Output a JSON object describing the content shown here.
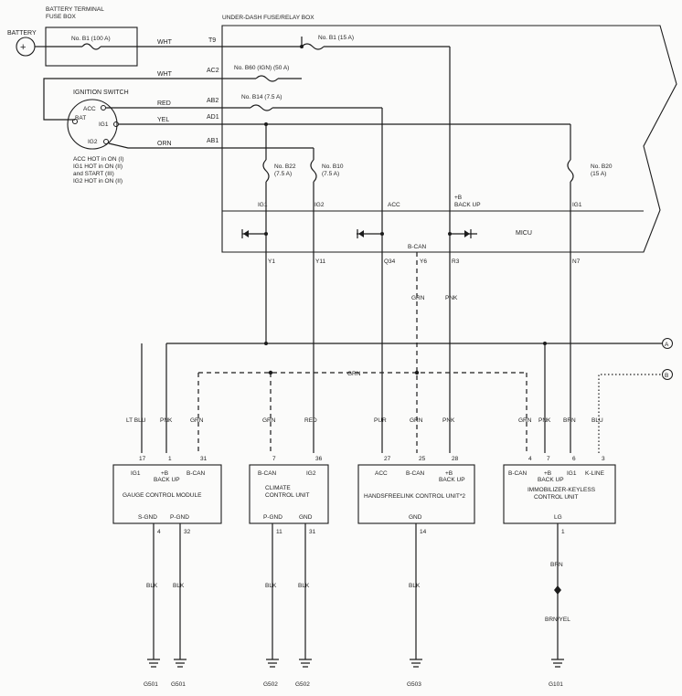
{
  "battery": {
    "label": "BATTERY"
  },
  "battery_fuse_box": {
    "title_line1": "BATTERY TERMINAL",
    "title_line2": "FUSE BOX",
    "fuse": "No. B1 (100 A)"
  },
  "underdash_box": {
    "title": "UNDER-DASH FUSE/RELAY BOX",
    "fuses": {
      "b1_15": "No. B1 (15 A)",
      "b60": "No. B60 (IGN) (50 A)",
      "b14": "No. B14 (7.5 A)",
      "b22_line1": "No. B22",
      "b22_line2": "(7.5 A)",
      "b10_line1": "No. B10",
      "b10_line2": "(7.5 A)",
      "b20_line1": "No. B20",
      "b20_line2": "(15 A)"
    },
    "terminals": {
      "t9": "T9",
      "ac2": "AC2",
      "ab2": "AB2",
      "ad1": "AD1",
      "ab1": "AB1"
    },
    "circuit_labels": {
      "ig1_left": "IG1",
      "ig2": "IG2",
      "acc": "ACC",
      "backup_line1": "+B",
      "backup_line2": "BACK UP",
      "ig1_right": "IG1"
    },
    "micu": "MICU",
    "bcan": "B-CAN",
    "pins": [
      "Y1",
      "Y11",
      "Q34",
      "Y6",
      "R3",
      "N7"
    ]
  },
  "ignition_switch": {
    "title": "IGNITION SWITCH",
    "acc": "ACC",
    "bat": "BAT",
    "ig1": "IG1",
    "ig2": "IG2",
    "notes": [
      "ACC HOT in ON (I)",
      "IG1 HOT in ON (II)",
      "and START (III)",
      "IG2 HOT in ON (II)"
    ]
  },
  "wire_colors": {
    "wht_top": "WHT",
    "wht_ac2": "WHT",
    "red_acc": "RED",
    "yel_ig1": "YEL",
    "orn_ig2": "ORN",
    "grn_micu": "GRN",
    "pnk_micu": "PNK",
    "grn_bus": "GRN",
    "gauge_ltblu": "LT BLU",
    "gauge_pnk": "PNK",
    "gauge_grn": "GRN",
    "climate_grn": "GRN",
    "climate_red": "RED",
    "hfl_pur": "PUR",
    "hfl_grn": "GRN",
    "hfl_pnk": "PNK",
    "imm_grn": "GRN",
    "imm_pnk": "PNK",
    "imm_brn": "BRN",
    "imm_blu": "BLU",
    "blk1": "BLK",
    "blk2": "BLK",
    "blk3": "BLK",
    "blk4": "BLK",
    "blk5": "BLK",
    "brn_ground": "BRN",
    "brnyel": "BRN/YEL"
  },
  "connectors": {
    "a": "A",
    "b": "B"
  },
  "modules": {
    "gauge": {
      "name": "GAUGE CONTROL MODULE",
      "pins_top": [
        "17",
        "1",
        "31"
      ],
      "labels_top": {
        "ig1": "IG1",
        "backup_line1": "+B",
        "backup_line2": "BACK UP",
        "bcan": "B-CAN"
      },
      "pins_bottom": [
        "4",
        "32"
      ],
      "labels_bottom": {
        "sgnd": "S-GND",
        "pgnd": "P-GND"
      }
    },
    "climate": {
      "name_line1": "CLIMATE",
      "name_line2": "CONTROL UNIT",
      "pins_top": [
        "7",
        "36"
      ],
      "labels_top": {
        "bcan": "B-CAN",
        "ig2": "IG2"
      },
      "pins_bottom": [
        "11",
        "31"
      ],
      "labels_bottom": {
        "pgnd": "P-GND",
        "gnd": "GND"
      }
    },
    "handsfree": {
      "name": "HANDSFREELINK CONTROL UNIT*2",
      "pins_top": [
        "27",
        "25",
        "28"
      ],
      "labels_top": {
        "acc": "ACC",
        "bcan": "B-CAN",
        "backup_line1": "+B",
        "backup_line2": "BACK UP"
      },
      "pins_bottom": [
        "14"
      ],
      "labels_bottom": {
        "gnd": "GND"
      }
    },
    "immobilizer": {
      "name_line1": "IMMOBILIZER-KEYLESS",
      "name_line2": "CONTROL UNIT",
      "pins_top": [
        "4",
        "7",
        "6",
        "3"
      ],
      "labels_top": {
        "bcan": "B-CAN",
        "backup_line1": "+B",
        "backup_line2": "BACK UP",
        "ig1": "IG1",
        "kline": "K-LINE"
      },
      "pins_bottom": [
        "1"
      ],
      "labels_bottom": {
        "lg": "LG"
      }
    }
  },
  "grounds": [
    "G501",
    "G501",
    "G502",
    "G502",
    "G503",
    "G101"
  ]
}
